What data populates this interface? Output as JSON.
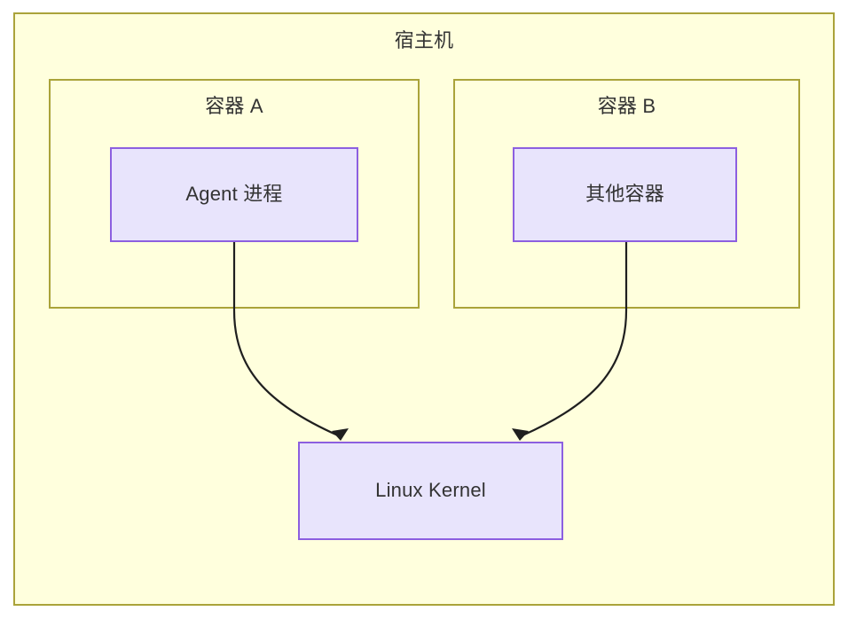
{
  "diagram": {
    "type": "nested-block-diagram",
    "background_color": "#ffffff",
    "host": {
      "title": "宿主机",
      "fill_color": "#ffffdd",
      "border_color": "#aaa33a"
    },
    "clusters": [
      {
        "id": "container-a",
        "title": "容器 A",
        "fill_color": "#ffffdd",
        "border_color": "#aaa33a",
        "node": {
          "id": "agent-process",
          "label": "Agent 进程",
          "fill_color": "#e8e4fc",
          "border_color": "#8c5fe0"
        }
      },
      {
        "id": "container-b",
        "title": "容器 B",
        "fill_color": "#ffffdd",
        "border_color": "#aaa33a",
        "node": {
          "id": "other-container",
          "label": "其他容器",
          "fill_color": "#e8e4fc",
          "border_color": "#8c5fe0"
        }
      }
    ],
    "shared_node": {
      "id": "linux-kernel",
      "label": "Linux Kernel",
      "fill_color": "#e8e4fc",
      "border_color": "#8c5fe0"
    },
    "edges": [
      {
        "id": "agent-to-kernel",
        "from": "agent-process",
        "to": "linux-kernel",
        "label": "",
        "arrow": "triangle",
        "stroke_color": "#1f1f1f"
      },
      {
        "id": "other-to-kernel",
        "from": "other-container",
        "to": "linux-kernel",
        "label": "",
        "arrow": "triangle",
        "stroke_color": "#1f1f1f"
      }
    ]
  }
}
